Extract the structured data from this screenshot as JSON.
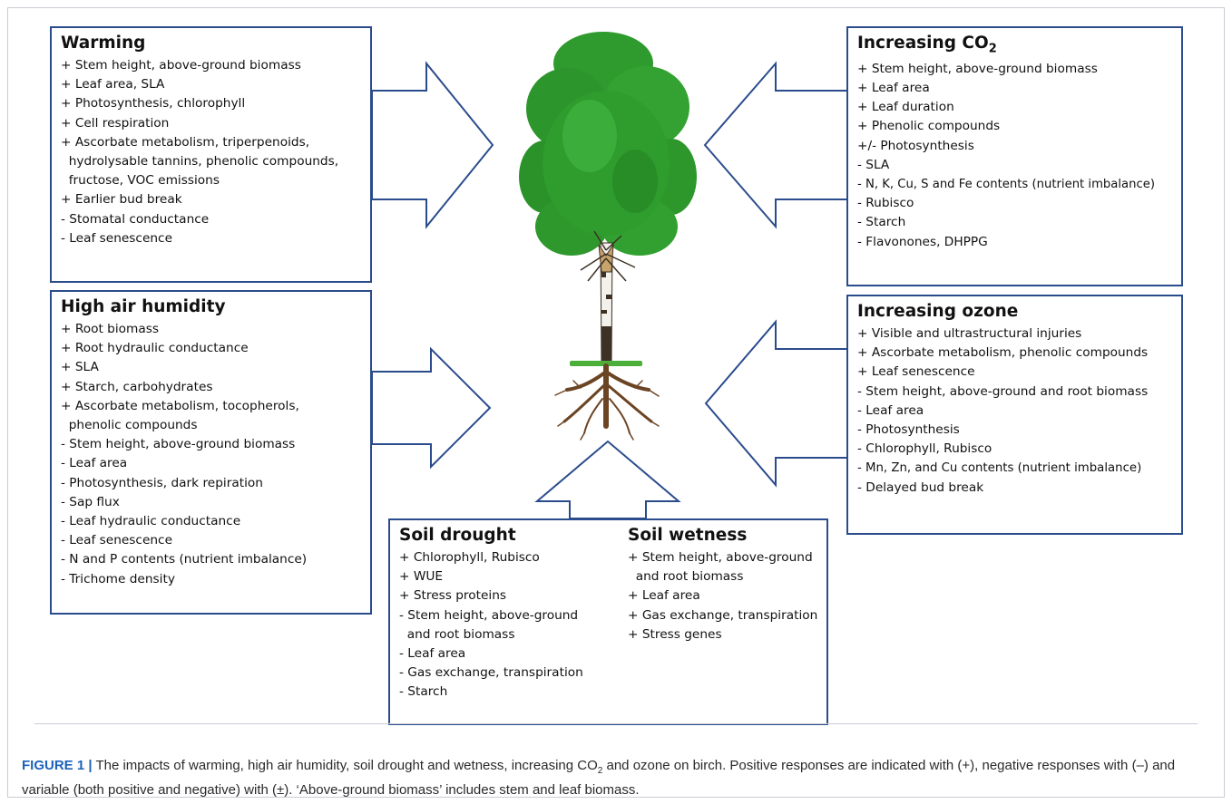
{
  "boxes": {
    "warming": {
      "title": "Warming",
      "items": [
        "+ Stem height, above-ground biomass",
        "+ Leaf area, SLA",
        "+ Photosynthesis, chlorophyll",
        "+ Cell respiration",
        "+ Ascorbate metabolism, triperpenoids,",
        "  hydrolysable tannins, phenolic compounds,",
        "  fructose, VOC emissions",
        "+ Earlier bud break",
        "",
        "- Stomatal conductance",
        "- Leaf senescence"
      ]
    },
    "co2": {
      "title_main": "Increasing CO",
      "title_sub": "2",
      "items": [
        "+ Stem height, above-ground biomass",
        "+ Leaf area",
        "+ Leaf duration",
        "+ Phenolic compounds",
        "+/- Photosynthesis",
        "",
        "- SLA",
        "- N, K, Cu, S and Fe contents (nutrient imbalance)",
        "- Rubisco",
        "- Starch",
        "- Flavonones, DHPPG"
      ]
    },
    "humidity": {
      "title": "High air humidity",
      "items": [
        "+ Root biomass",
        "+ Root hydraulic conductance",
        "+ SLA",
        "+ Starch, carbohydrates",
        "+ Ascorbate metabolism, tocopherols,",
        "  phenolic compounds",
        "",
        "- Stem height, above-ground biomass",
        "- Leaf area",
        "- Photosynthesis, dark repiration",
        "- Sap flux",
        "- Leaf hydraulic conductance",
        "- Leaf senescence",
        "- N and P contents (nutrient imbalance)",
        "- Trichome density"
      ]
    },
    "ozone": {
      "title": "Increasing ozone",
      "items": [
        "+ Visible and ultrastructural injuries",
        "+ Ascorbate metabolism, phenolic compounds",
        "+ Leaf senescence",
        "",
        "- Stem height, above-ground and root biomass",
        "- Leaf area",
        "- Photosynthesis",
        "- Chlorophyll, Rubisco",
        "- Mn, Zn, and Cu contents (nutrient imbalance)",
        "- Delayed bud break"
      ]
    },
    "drought": {
      "title": "Soil drought",
      "items": [
        "+ Chlorophyll, Rubisco",
        "+ WUE",
        "+ Stress proteins",
        "",
        "- Stem height, above-ground",
        "  and root biomass",
        "- Leaf area",
        "- Gas exchange, transpiration",
        "- Starch"
      ]
    },
    "wetness": {
      "title": "Soil wetness",
      "items": [
        "+ Stem height, above-ground",
        "  and root biomass",
        "+ Leaf area",
        "+ Gas exchange, transpiration",
        "+ Stress genes"
      ]
    }
  },
  "caption": {
    "label": "FIGURE 1 |",
    "text_before_sub": " The impacts of warming, high air humidity, soil drought and wetness, increasing CO",
    "sub": "2",
    "text_after_sub": " and ozone on birch. Positive responses are indicated with (+), negative responses with (–) and variable (both positive and negative) with (±). ‘Above-ground biomass’ includes stem and leaf biomass."
  },
  "colors": {
    "box_border": "#2b4c8c",
    "foliage": "#2f9a2e",
    "trunk": "#3d3024",
    "roots": "#6b4423",
    "caption_label": "#1c62b8"
  }
}
